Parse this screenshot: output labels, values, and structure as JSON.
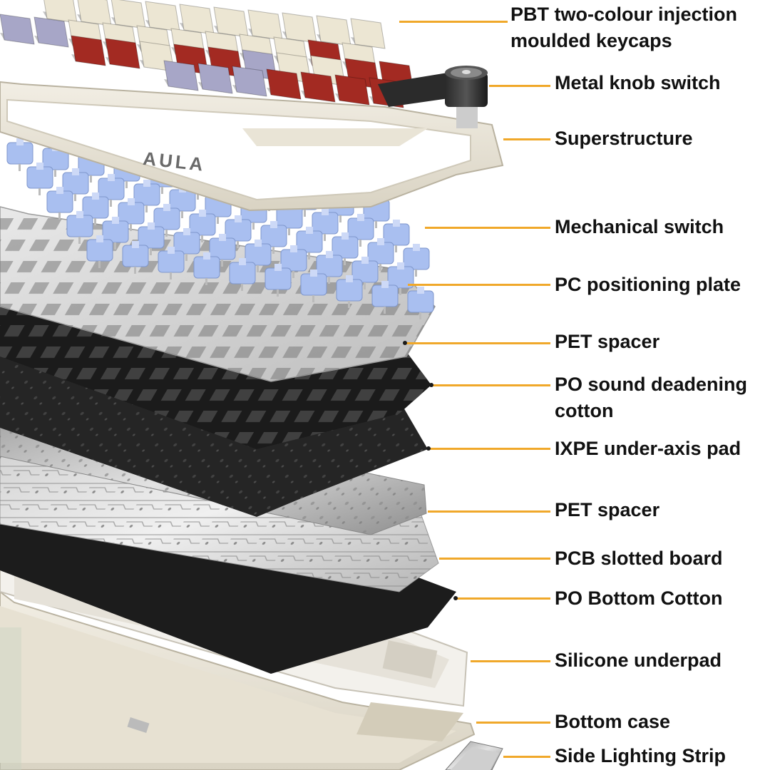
{
  "diagram": {
    "brand_logo": "AULA",
    "leader_color": "#f0a82a",
    "colors": {
      "keycap_cream": "#ece6d3",
      "keycap_red": "#a32a22",
      "keycap_lavender": "#a7a6c7",
      "switch_blue": "#a9bff0",
      "plate_silver": "#d9d9d9",
      "foam_black": "#1d1d1d",
      "case_cream": "#ebe6da"
    },
    "labels": [
      {
        "id": "keycaps",
        "lines": [
          "PBT two-colour injection",
          "moulded keycaps"
        ]
      },
      {
        "id": "knob",
        "lines": [
          "Metal knob switch"
        ]
      },
      {
        "id": "superstructure",
        "lines": [
          "Superstructure"
        ]
      },
      {
        "id": "switch",
        "lines": [
          "Mechanical switch"
        ]
      },
      {
        "id": "pc-plate",
        "lines": [
          "PC positioning plate"
        ]
      },
      {
        "id": "pet-spacer-1",
        "lines": [
          "PET spacer"
        ]
      },
      {
        "id": "po-cotton",
        "lines": [
          "PO sound deadening",
          "cotton"
        ]
      },
      {
        "id": "ixpe-pad",
        "lines": [
          "IXPE under-axis pad"
        ]
      },
      {
        "id": "pet-spacer-2",
        "lines": [
          "PET spacer"
        ]
      },
      {
        "id": "pcb",
        "lines": [
          "PCB slotted board"
        ]
      },
      {
        "id": "po-bottom",
        "lines": [
          "PO Bottom Cotton"
        ]
      },
      {
        "id": "silicone",
        "lines": [
          "Silicone underpad"
        ]
      },
      {
        "id": "bottom-case",
        "lines": [
          "Bottom case"
        ]
      },
      {
        "id": "lighting-strip",
        "lines": [
          "Side Lighting Strip"
        ]
      }
    ]
  }
}
